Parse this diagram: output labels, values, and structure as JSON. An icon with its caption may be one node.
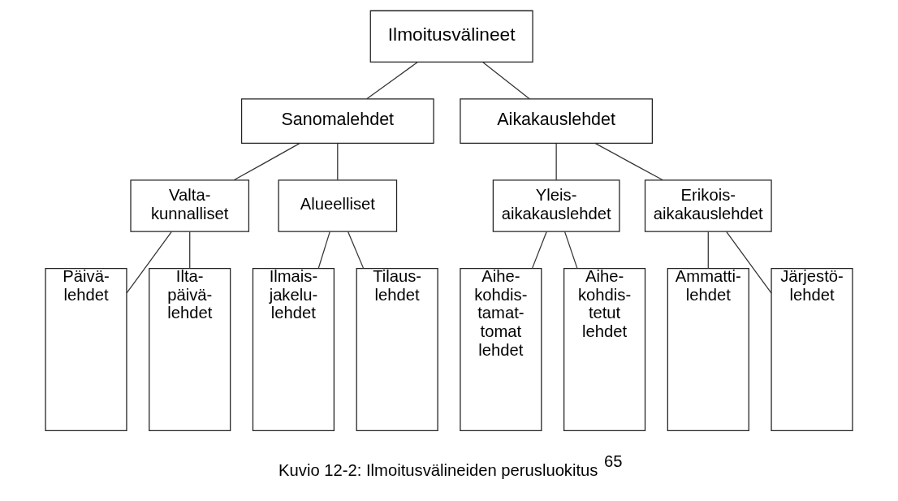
{
  "diagram": {
    "caption": "Kuvio 12-2: Ilmoitusvälineiden perusluokitus$^{65}$",
    "nodes": [
      {
        "text": [
          "Ilmoitusvälineet"
        ]
      },
      {
        "text": [
          "Sanomalehdet"
        ]
      },
      {
        "text": [
          "Aikakauslehdet"
        ]
      },
      {
        "text": [
          "Valta- kunnalliset"
        ]
      },
      {
        "text": [
          "Alueelliset"
        ]
      },
      {
        "text": [
          "Yleis- aikakauslehdet"
        ]
      },
      {
        "text": [
          "Erikois- aikakauslehdet"
        ]
      },
      {
        "text": [
          "Päivä- lehdet"
        ]
      },
      {
        "text": [
          "Ilta- päivä- lehdet"
        ]
      },
      {
        "text": [
          "Ilmais- jakelu- lehdet"
        ]
      },
      {
        "text": [
          "Tilaus- lehdet"
        ]
      },
      {
        "text": [
          "Aihe- kohdis- tamat- tomat lehdet"
        ]
      },
      {
        "text": [
          "Aihe- kohdis- tetut lehdet"
        ]
      },
      {
        "text": [
          "Ammatti- lehdet"
        ]
      },
      {
        "text": [
          "Järjestö- lehdet"
        ]
      }
    ],
    "edges": [
      {
        "from": 0,
        "to": 1,
        "arrow": "none"
      },
      {
        "from": 0,
        "to": 2,
        "arrow": "none"
      },
      {
        "from": 1,
        "to": 3,
        "arrow": "none"
      },
      {
        "from": 1,
        "to": 4,
        "arrow": "none"
      },
      {
        "from": 2,
        "to": 5,
        "arrow": "none"
      },
      {
        "from": 2,
        "to": 6,
        "arrow": "none"
      },
      {
        "from": 3,
        "to": 7,
        "arrow": "none"
      },
      {
        "from": 3,
        "to": 8,
        "arrow": "none"
      },
      {
        "from": 4,
        "to": 9,
        "arrow": "none"
      },
      {
        "from": 4,
        "to": 10,
        "arrow": "none"
      },
      {
        "from": 5,
        "to": 11,
        "arrow": "none"
      },
      {
        "from": 5,
        "to": 12,
        "arrow": "none"
      },
      {
        "from": 6,
        "to": 13,
        "arrow": "none"
      },
      {
        "from": 6,
        "to": 14,
        "arrow": "none"
      }
    ]
  }
}
